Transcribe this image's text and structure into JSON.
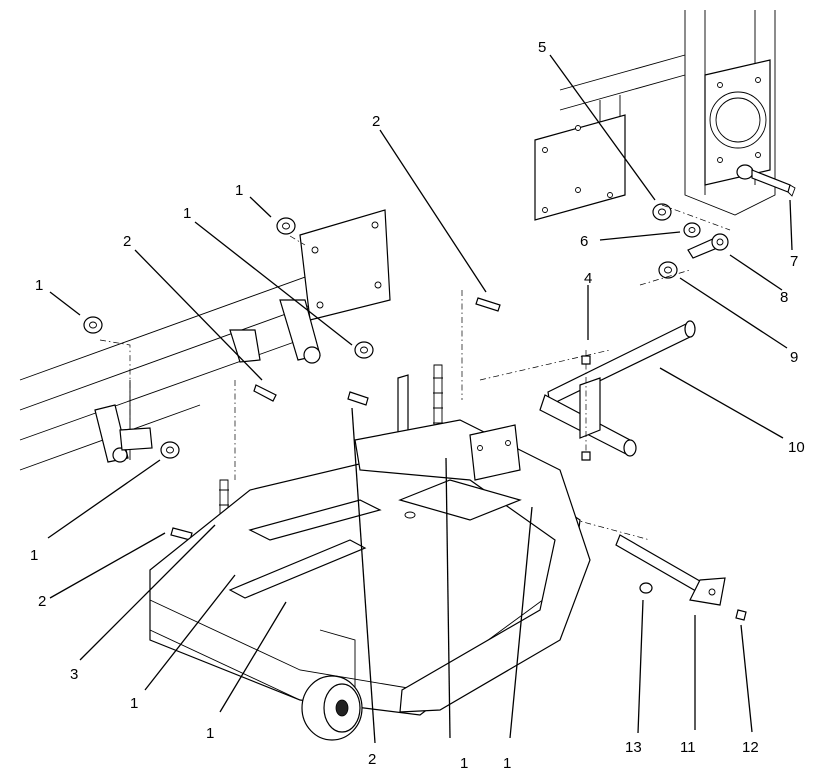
{
  "callouts": [
    {
      "id": "c1a",
      "label": "1"
    },
    {
      "id": "c1b",
      "label": "1"
    },
    {
      "id": "c1c",
      "label": "1"
    },
    {
      "id": "c1d",
      "label": "1"
    },
    {
      "id": "c1e",
      "label": "1"
    },
    {
      "id": "c1f",
      "label": "1"
    },
    {
      "id": "c1g",
      "label": "1"
    },
    {
      "id": "c1h",
      "label": "1"
    },
    {
      "id": "c2a",
      "label": "2"
    },
    {
      "id": "c2b",
      "label": "2"
    },
    {
      "id": "c2c",
      "label": "2"
    },
    {
      "id": "c2d",
      "label": "2"
    },
    {
      "id": "c3",
      "label": "3"
    },
    {
      "id": "c4",
      "label": "4"
    },
    {
      "id": "c5",
      "label": "5"
    },
    {
      "id": "c6",
      "label": "6"
    },
    {
      "id": "c7",
      "label": "7"
    },
    {
      "id": "c8",
      "label": "8"
    },
    {
      "id": "c9",
      "label": "9"
    },
    {
      "id": "c10",
      "label": "10"
    },
    {
      "id": "c11",
      "label": "11"
    },
    {
      "id": "c12",
      "label": "12"
    },
    {
      "id": "c13",
      "label": "13"
    }
  ]
}
